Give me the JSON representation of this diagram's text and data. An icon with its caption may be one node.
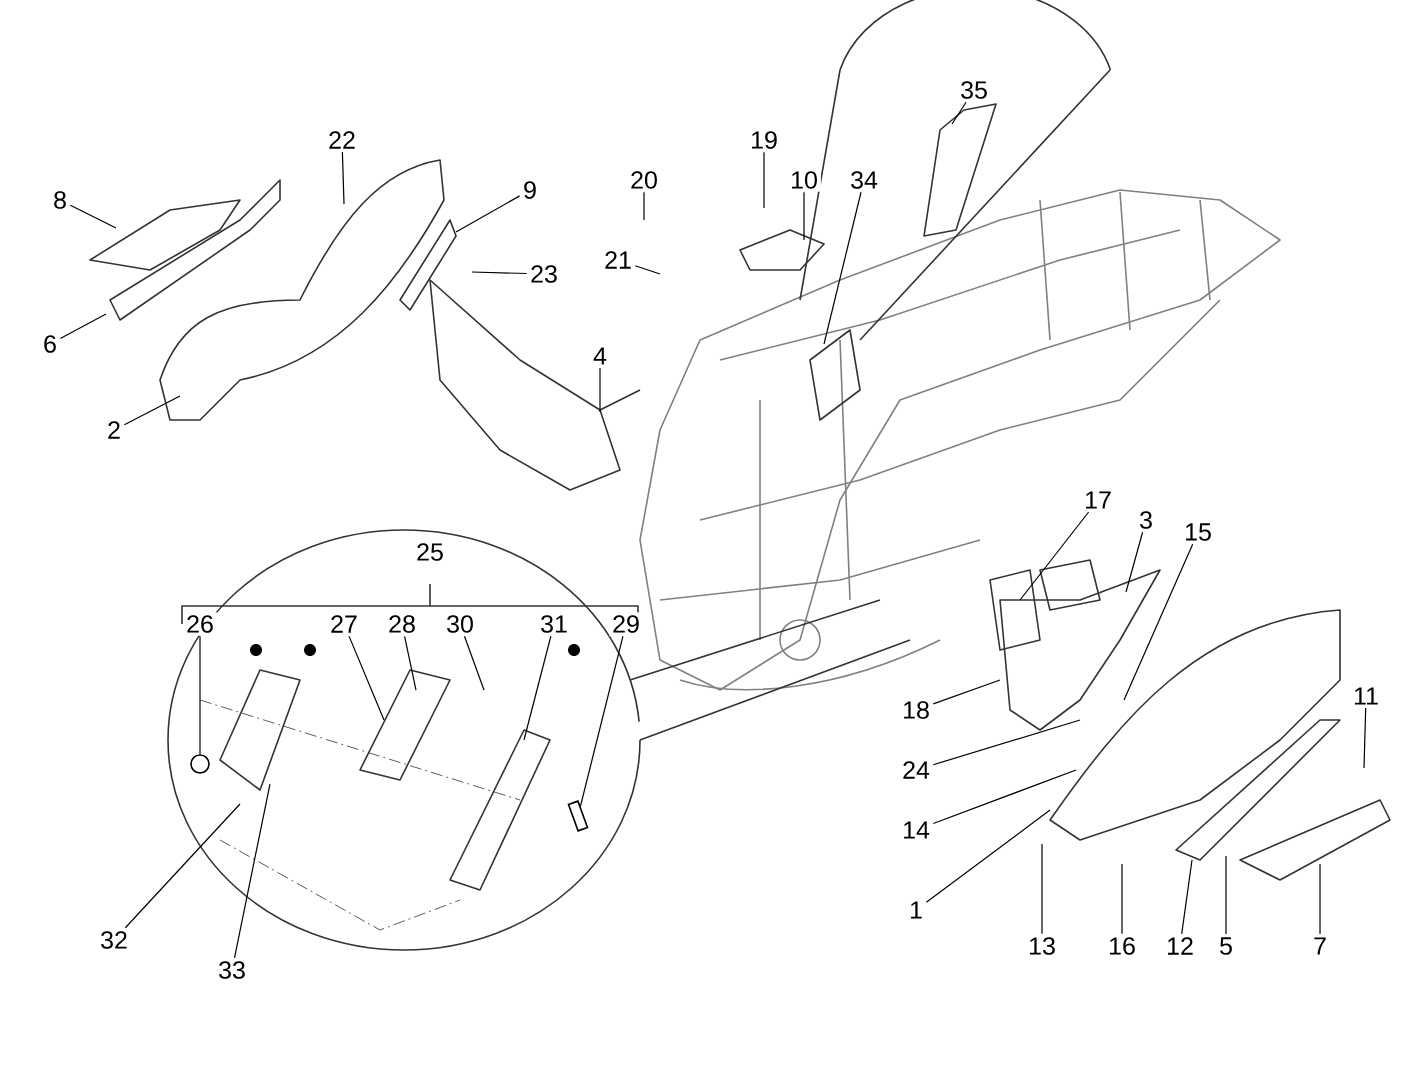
{
  "diagram": {
    "nodes": [
      {
        "text": [
          "35"
        ]
      },
      {
        "text": [
          "22"
        ]
      },
      {
        "text": [
          "19"
        ]
      },
      {
        "text": [
          "8"
        ]
      },
      {
        "text": [
          "20"
        ]
      },
      {
        "text": [
          "10"
        ]
      },
      {
        "text": [
          "34"
        ]
      },
      {
        "text": [
          "9"
        ]
      },
      {
        "text": [
          "21"
        ]
      },
      {
        "text": [
          "23"
        ]
      },
      {
        "text": [
          "6"
        ]
      },
      {
        "text": [
          "4"
        ]
      },
      {
        "text": [
          "2"
        ]
      },
      {
        "text": [
          "17"
        ]
      },
      {
        "text": [
          "3"
        ]
      },
      {
        "text": [
          "15"
        ]
      },
      {
        "text": [
          "11"
        ]
      },
      {
        "text": [
          "18"
        ]
      },
      {
        "text": [
          "24"
        ]
      },
      {
        "text": [
          "14"
        ]
      },
      {
        "text": [
          "1"
        ]
      },
      {
        "text": [
          "13"
        ]
      },
      {
        "text": [
          "16"
        ]
      },
      {
        "text": [
          "12"
        ]
      },
      {
        "text": [
          "5"
        ]
      },
      {
        "text": [
          "7"
        ]
      },
      {
        "text": [
          "26"
        ]
      },
      {
        "text": [
          "27"
        ]
      },
      {
        "text": [
          "28"
        ]
      },
      {
        "text": [
          "30"
        ]
      },
      {
        "text": [
          "31"
        ]
      },
      {
        "text": [
          "29"
        ]
      },
      {
        "text": [
          "32"
        ]
      },
      {
        "text": [
          "33"
        ]
      },
      {
        "text": [],
        "shape": "circle"
      },
      {
        "text": [],
        "shape": "box"
      }
    ],
    "edges": [
      {
        "from": 0,
        "to": null,
        "arrow": "none"
      },
      {
        "from": 1,
        "to": null,
        "arrow": "none"
      },
      {
        "from": 2,
        "to": null,
        "arrow": "none"
      },
      {
        "from": 3,
        "to": null,
        "arrow": "none"
      },
      {
        "from": 4,
        "to": null,
        "arrow": "none"
      },
      {
        "from": 5,
        "to": null,
        "arrow": "none"
      },
      {
        "from": 6,
        "to": null,
        "arrow": "none"
      },
      {
        "from": 7,
        "to": null,
        "arrow": "none"
      },
      {
        "from": 8,
        "to": null,
        "arrow": "none"
      },
      {
        "from": 9,
        "to": null,
        "arrow": "none"
      },
      {
        "from": 10,
        "to": null,
        "arrow": "none"
      },
      {
        "from": 11,
        "to": null,
        "arrow": "none"
      },
      {
        "from": 12,
        "to": null,
        "arrow": "none"
      },
      {
        "from": 13,
        "to": null,
        "arrow": "none"
      },
      {
        "from": 14,
        "to": null,
        "arrow": "none"
      },
      {
        "from": 15,
        "to": null,
        "arrow": "none"
      },
      {
        "from": 16,
        "to": null,
        "arrow": "none"
      },
      {
        "from": 17,
        "to": null,
        "arrow": "none"
      },
      {
        "from": 18,
        "to": null,
        "arrow": "none"
      },
      {
        "from": 19,
        "to": null,
        "arrow": "none"
      },
      {
        "from": 20,
        "to": null,
        "arrow": "none"
      },
      {
        "from": 21,
        "to": null,
        "arrow": "none"
      },
      {
        "from": 22,
        "to": null,
        "arrow": "none"
      },
      {
        "from": 23,
        "to": null,
        "arrow": "none"
      },
      {
        "from": 24,
        "to": null,
        "arrow": "none"
      },
      {
        "from": 25,
        "to": null,
        "arrow": "none"
      },
      {
        "from": 26,
        "to": 34,
        "arrow": "none"
      },
      {
        "from": 27,
        "to": null,
        "arrow": "none"
      },
      {
        "from": 28,
        "to": null,
        "arrow": "none"
      },
      {
        "from": 29,
        "to": null,
        "arrow": "none"
      },
      {
        "from": 30,
        "to": null,
        "arrow": "none"
      },
      {
        "from": 31,
        "to": 35,
        "arrow": "none"
      },
      {
        "from": 32,
        "to": null,
        "arrow": "none"
      },
      {
        "from": 33,
        "to": null,
        "arrow": "none"
      }
    ],
    "labels": [
      "25"
    ]
  }
}
